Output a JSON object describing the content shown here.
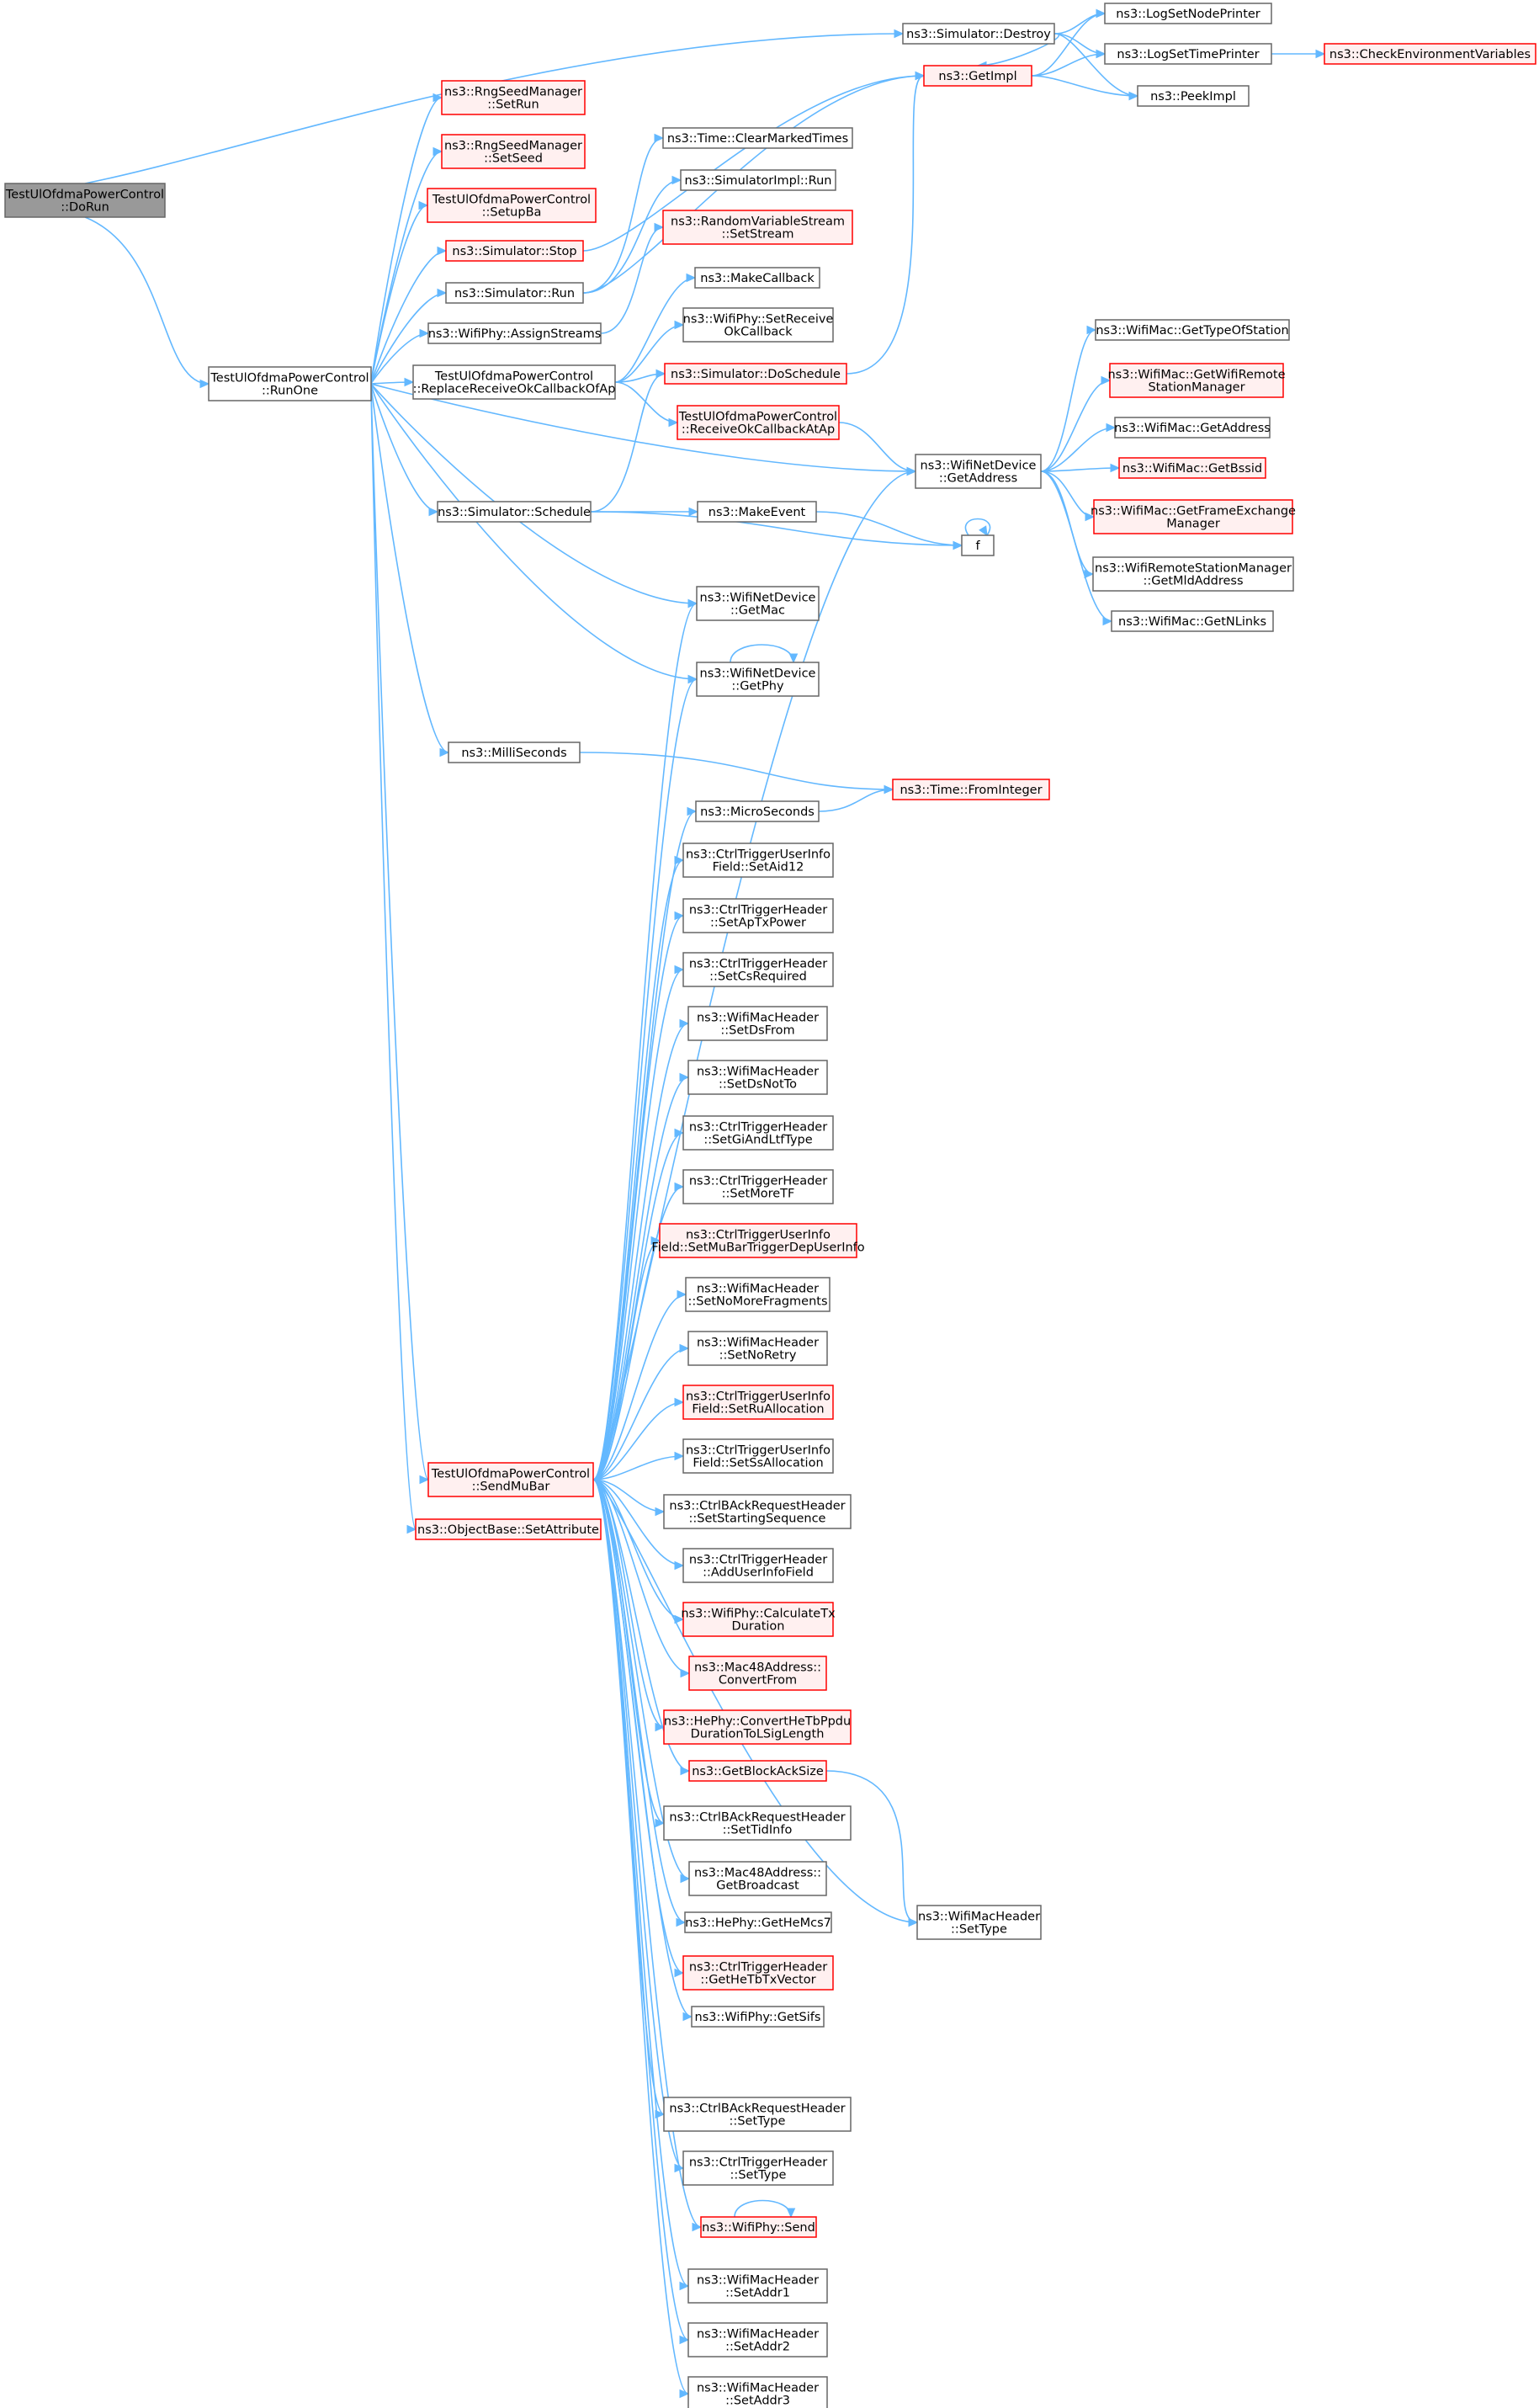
{
  "nodes": {
    "dorun": [
      "TestUlOfdmaPowerControl",
      "::DoRun"
    ],
    "runone": [
      "TestUlOfdmaPowerControl",
      "::RunOne"
    ],
    "destroy": [
      "ns3::Simulator::Destroy"
    ],
    "rngsetrun": [
      "ns3::RngSeedManager",
      "::SetRun"
    ],
    "rngsetseed": [
      "ns3::RngSeedManager",
      "::SetSeed"
    ],
    "setupba": [
      "TestUlOfdmaPowerControl",
      "::SetupBa"
    ],
    "simstop": [
      "ns3::Simulator::Stop"
    ],
    "simrun": [
      "ns3::Simulator::Run"
    ],
    "assignstreams": [
      "ns3::WifiPhy::AssignStreams"
    ],
    "replacecb": [
      "TestUlOfdmaPowerControl",
      "::ReplaceReceiveOkCallbackOfAp"
    ],
    "schedule": [
      "ns3::Simulator::Schedule"
    ],
    "milliseconds": [
      "ns3::MilliSeconds"
    ],
    "sendmubar": [
      "TestUlOfdmaPowerControl",
      "::SendMuBar"
    ],
    "setattribute": [
      "ns3::ObjectBase::SetAttribute"
    ],
    "lognode": [
      "ns3::LogSetNodePrinter"
    ],
    "logtime": [
      "ns3::LogSetTimePrinter"
    ],
    "checkenv": [
      "ns3::CheckEnvironmentVariables"
    ],
    "peekimpl": [
      "ns3::PeekImpl"
    ],
    "getimpl": [
      "ns3::GetImpl"
    ],
    "clearmarked": [
      "ns3::Time::ClearMarkedTimes"
    ],
    "simimplrun": [
      "ns3::SimulatorImpl::Run"
    ],
    "setstream": [
      "ns3::RandomVariableStream",
      "::SetStream"
    ],
    "makecallback": [
      "ns3::MakeCallback"
    ],
    "setreceiveok": [
      "ns3::WifiPhy::SetReceive",
      "OkCallback"
    ],
    "doschedule": [
      "ns3::Simulator::DoSchedule"
    ],
    "receiveokap": [
      "TestUlOfdmaPowerControl",
      "::ReceiveOkCallbackAtAp"
    ],
    "getaddress": [
      "ns3::WifiNetDevice",
      "::GetAddress"
    ],
    "makeevent": [
      "ns3::MakeEvent"
    ],
    "f": [
      "f"
    ],
    "getmac": [
      "ns3::WifiNetDevice",
      "::GetMac"
    ],
    "getphy": [
      "ns3::WifiNetDevice",
      "::GetPhy"
    ],
    "frominteger": [
      "ns3::Time::FromInteger"
    ],
    "gettypeofstation": [
      "ns3::WifiMac::GetTypeOfStation"
    ],
    "getwifiremote": [
      "ns3::WifiMac::GetWifiRemote",
      "StationManager"
    ],
    "macgetaddress": [
      "ns3::WifiMac::GetAddress"
    ],
    "getbssid": [
      "ns3::WifiMac::GetBssid"
    ],
    "getframeexchange": [
      "ns3::WifiMac::GetFrameExchange",
      "Manager"
    ],
    "getmldaddress": [
      "ns3::WifiRemoteStationManager",
      "::GetMldAddress"
    ],
    "getnlinks": [
      "ns3::WifiMac::GetNLinks"
    ],
    "microseconds": [
      "ns3::MicroSeconds"
    ],
    "setaid12": [
      "ns3::CtrlTriggerUserInfo",
      "Field::SetAid12"
    ],
    "setaptxpower": [
      "ns3::CtrlTriggerHeader",
      "::SetApTxPower"
    ],
    "setcsrequired": [
      "ns3::CtrlTriggerHeader",
      "::SetCsRequired"
    ],
    "setdsfrom": [
      "ns3::WifiMacHeader",
      "::SetDsFrom"
    ],
    "setdsnotto": [
      "ns3::WifiMacHeader",
      "::SetDsNotTo"
    ],
    "setgiandltf": [
      "ns3::CtrlTriggerHeader",
      "::SetGiAndLtfType"
    ],
    "setmoretf": [
      "ns3::CtrlTriggerHeader",
      "::SetMoreTF"
    ],
    "setmubartrigger": [
      "ns3::CtrlTriggerUserInfo",
      "Field::SetMuBarTriggerDepUserInfo"
    ],
    "setnomorefrag": [
      "ns3::WifiMacHeader",
      "::SetNoMoreFragments"
    ],
    "setnoretry": [
      "ns3::WifiMacHeader",
      "::SetNoRetry"
    ],
    "setruallocation": [
      "ns3::CtrlTriggerUserInfo",
      "Field::SetRuAllocation"
    ],
    "setssallocation": [
      "ns3::CtrlTriggerUserInfo",
      "Field::SetSsAllocation"
    ],
    "setstartingseq": [
      "ns3::CtrlBAckRequestHeader",
      "::SetStartingSequence"
    ],
    "adduserinfo": [
      "ns3::CtrlTriggerHeader",
      "::AddUserInfoField"
    ],
    "calctxduration": [
      "ns3::WifiPhy::CalculateTx",
      "Duration"
    ],
    "convertfrom": [
      "ns3::Mac48Address::",
      "ConvertFrom"
    ],
    "converthetb": [
      "ns3::HePhy::ConvertHeTbPpdu",
      "DurationToLSigLength"
    ],
    "getblockacksize": [
      "ns3::GetBlockAckSize"
    ],
    "settidinfo": [
      "ns3::CtrlBAckRequestHeader",
      "::SetTidInfo"
    ],
    "getbroadcast": [
      "ns3::Mac48Address::",
      "GetBroadcast"
    ],
    "gethemcs7": [
      "ns3::HePhy::GetHeMcs7"
    ],
    "gethetbtxvector": [
      "ns3::CtrlTriggerHeader",
      "::GetHeTbTxVector"
    ],
    "getsifs": [
      "ns3::WifiPhy::GetSifs"
    ],
    "macheadersettype": [
      "ns3::WifiMacHeader",
      "::SetType"
    ],
    "barsettype": [
      "ns3::CtrlBAckRequestHeader",
      "::SetType"
    ],
    "triggersettype": [
      "ns3::CtrlTriggerHeader",
      "::SetType"
    ],
    "physend": [
      "ns3::WifiPhy::Send"
    ],
    "setaddr1": [
      "ns3::WifiMacHeader",
      "::SetAddr1"
    ],
    "setaddr2": [
      "ns3::WifiMacHeader",
      "::SetAddr2"
    ],
    "setaddr3": [
      "ns3::WifiMacHeader",
      "::SetAddr3"
    ]
  }
}
